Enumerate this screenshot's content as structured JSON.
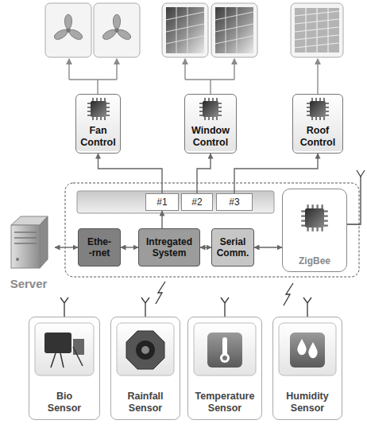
{
  "diagram": {
    "nodes": [
      {
        "text": [
          "Fan Control"
        ]
      },
      {
        "text": [
          "Window Control"
        ]
      },
      {
        "text": [
          "Roof Control"
        ]
      },
      {
        "text": [
          "#1"
        ]
      },
      {
        "text": [
          "#2"
        ]
      },
      {
        "text": [
          "#3"
        ]
      },
      {
        "text": [
          "Server"
        ]
      },
      {
        "text": [
          "Ethe- -rnet"
        ]
      },
      {
        "text": [
          "Intregated System"
        ]
      },
      {
        "text": [
          "Serial Comm."
        ]
      },
      {
        "text": [
          "ZigBee"
        ]
      },
      {
        "text": [
          "Bio Sensor"
        ]
      },
      {
        "text": [
          "Rainfall Sensor"
        ]
      },
      {
        "text": [
          "Temperature Sensor"
        ]
      },
      {
        "text": [
          "Humidity Sensor"
        ]
      }
    ],
    "edges": [
      {
        "from": 3,
        "to": 0,
        "arrow": "to"
      },
      {
        "from": 4,
        "to": 1,
        "arrow": "to"
      },
      {
        "from": 5,
        "to": 2,
        "arrow": "to"
      },
      {
        "from": 8,
        "to": 3,
        "arrow": "to"
      },
      {
        "from": 6,
        "to": 7,
        "arrow": "both"
      },
      {
        "from": 7,
        "to": 8,
        "arrow": "both"
      },
      {
        "from": 8,
        "to": 9,
        "arrow": "both"
      },
      {
        "from": 9,
        "to": 10,
        "arrow": "both"
      }
    ]
  }
}
